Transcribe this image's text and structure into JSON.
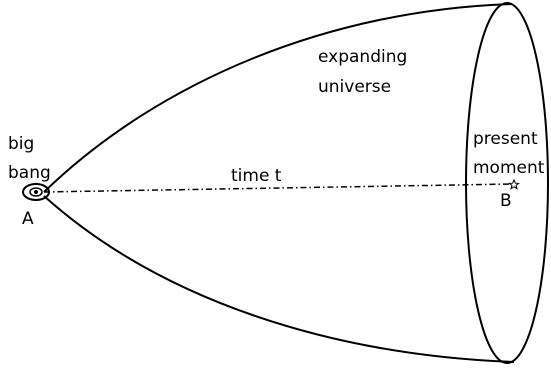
{
  "labels": {
    "big": "big",
    "bang": "bang",
    "point_a": "A",
    "time": "time t",
    "expanding": "expanding",
    "universe": "universe",
    "present": "present",
    "moment": "moment",
    "point_b": "B"
  },
  "colors": {
    "stroke": "#000000",
    "background": "#ffffff"
  }
}
